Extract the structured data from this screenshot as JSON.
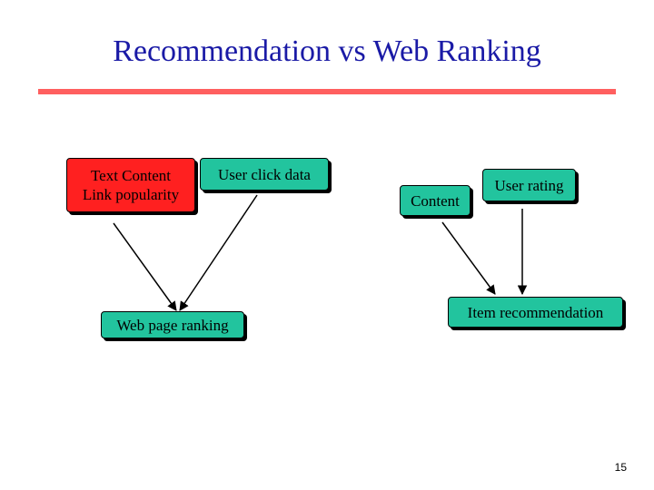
{
  "slide": {
    "title": "Recommendation vs Web Ranking",
    "page_number": "15",
    "accent_color": "#ff5f5f",
    "title_color": "#1a1aa6"
  },
  "diagram": {
    "nodes": {
      "text_link": {
        "lines": [
          "Text Content",
          "Link popularity"
        ],
        "color": "#ff2020"
      },
      "user_click": {
        "label": "User click data",
        "color": "#22c49e"
      },
      "web_ranking": {
        "label": "Web page ranking",
        "color": "#22c49e"
      },
      "content": {
        "label": "Content",
        "color": "#22c49e"
      },
      "user_rating": {
        "label": "User rating",
        "color": "#22c49e"
      },
      "item_rec": {
        "label": "Item recommendation",
        "color": "#22c49e"
      }
    },
    "edges": [
      {
        "from": "text_link",
        "to": "web_ranking"
      },
      {
        "from": "user_click",
        "to": "web_ranking"
      },
      {
        "from": "content",
        "to": "item_rec"
      },
      {
        "from": "user_rating",
        "to": "item_rec"
      }
    ]
  }
}
